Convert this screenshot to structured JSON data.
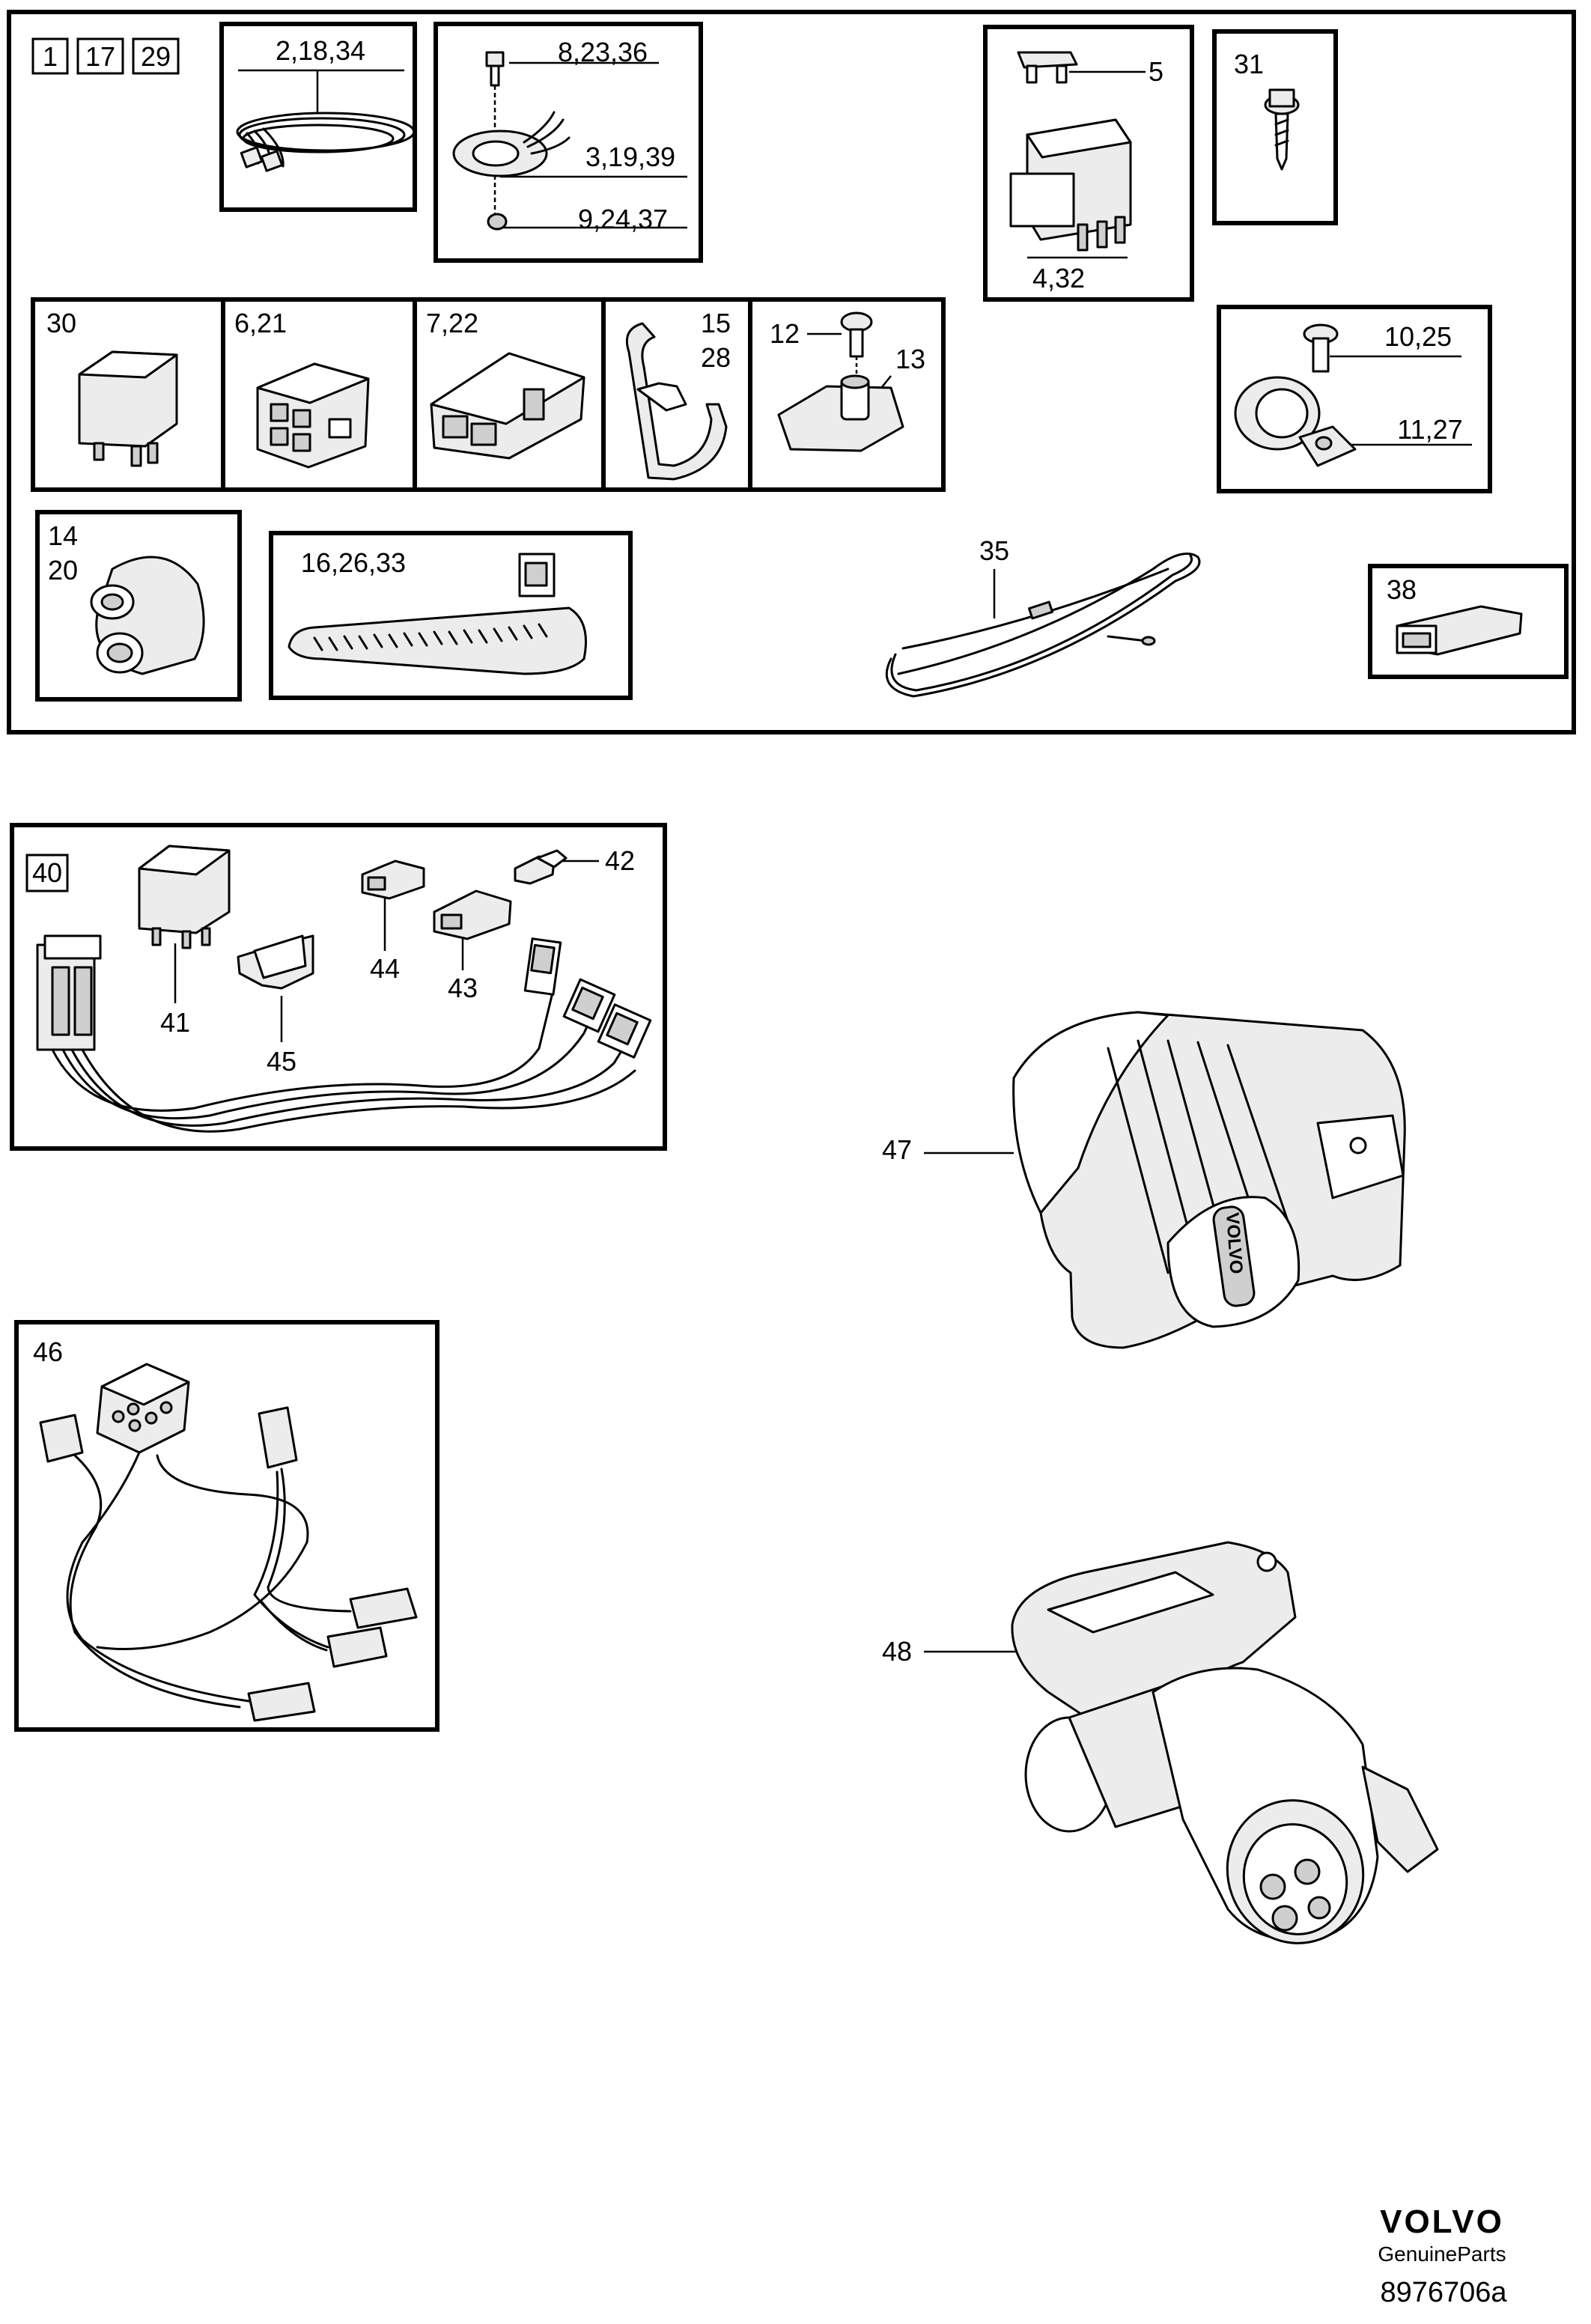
{
  "diagram": {
    "header_tags": [
      "1",
      "17",
      "29"
    ],
    "callouts": {
      "c_2_18_34": "2,18,34",
      "c_8_23_36": "8,23,36",
      "c_3_19_39": "3,19,39",
      "c_9_24_37": "9,24,37",
      "c_5": "5",
      "c_4_32": "4,32",
      "c_31": "31",
      "c_30": "30",
      "c_6_21": "6,21",
      "c_7_22": "7,22",
      "c_15": "15",
      "c_28": "28",
      "c_12": "12",
      "c_13": "13",
      "c_10_25": "10,25",
      "c_11_27": "11,27",
      "c_14": "14",
      "c_20": "20",
      "c_16_26_33": "16,26,33",
      "c_35": "35",
      "c_38": "38",
      "c_40": "40",
      "c_41": "41",
      "c_42": "42",
      "c_43": "43",
      "c_44": "44",
      "c_45": "45",
      "c_46": "46",
      "c_47": "47",
      "c_48": "48"
    },
    "socket_emblem": "VOLVO",
    "brand": "VOLVO",
    "brand_sub": "GenuineParts",
    "doc_number": "8976706a"
  }
}
